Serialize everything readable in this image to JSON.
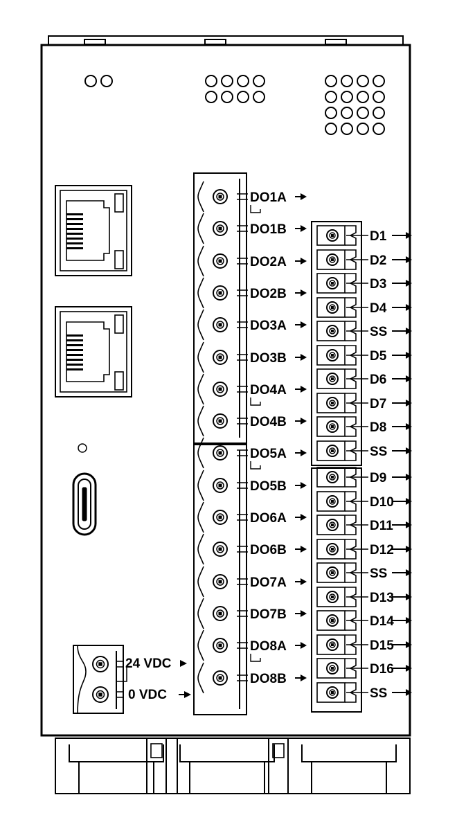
{
  "relay_outputs": [
    "DO1A",
    "DO1B",
    "DO2A",
    "DO2B",
    "DO3A",
    "DO3B",
    "DO4A",
    "DO4B",
    "DO5A",
    "DO5B",
    "DO6A",
    "DO6B",
    "DO7A",
    "DO7B",
    "DO8A",
    "DO8B"
  ],
  "digital_inputs": [
    "D1",
    "D2",
    "D3",
    "D4",
    "SS",
    "D5",
    "D6",
    "D7",
    "D8",
    "SS",
    "D9",
    "D10",
    "D11",
    "D12",
    "SS",
    "D13",
    "D14",
    "D15",
    "D16",
    "SS"
  ],
  "power": [
    "24 VDC",
    "0 VDC"
  ],
  "icons": {
    "ethernet_port": "rj45-port-icon",
    "usb_port": "usb-c-port-icon",
    "led": "status-led-icon",
    "screw": "screw-terminal-icon",
    "arrow": "arrow-right-icon"
  },
  "colors": {
    "line": "#000000",
    "background": "#ffffff"
  }
}
